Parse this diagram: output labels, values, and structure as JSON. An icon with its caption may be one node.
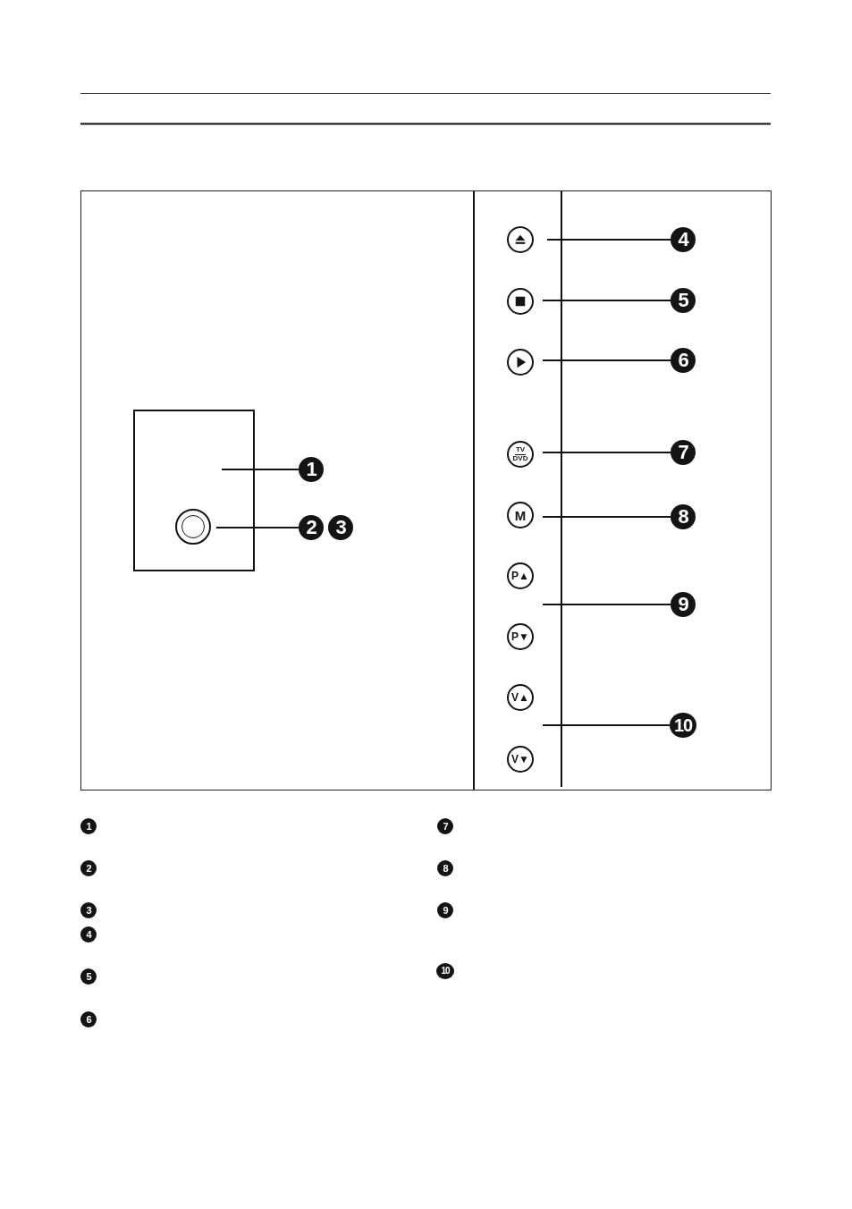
{
  "diagram": {
    "nodes": [
      {
        "text": [],
        "shape": "box"
      },
      {
        "text": [],
        "shape": "circle",
        "in": 0
      },
      {
        "text": [
          "1"
        ]
      },
      {
        "text": [
          "2"
        ]
      },
      {
        "text": [
          "3"
        ]
      },
      {
        "text": [],
        "shape": "circle"
      },
      {
        "text": [],
        "shape": "circle"
      },
      {
        "text": [],
        "shape": "circle"
      },
      {
        "text": [
          "TV",
          "DVD"
        ]
      },
      {
        "text": [
          "M"
        ]
      },
      {
        "text": [
          "P▲"
        ]
      },
      {
        "text": [
          "P▼"
        ]
      },
      {
        "text": [
          "V▲"
        ]
      },
      {
        "text": [
          "V▼"
        ]
      },
      {
        "text": [
          "4"
        ]
      },
      {
        "text": [
          "5"
        ]
      },
      {
        "text": [
          "6"
        ]
      },
      {
        "text": [
          "7"
        ]
      },
      {
        "text": [
          "8"
        ]
      },
      {
        "text": [
          "9"
        ]
      },
      {
        "text": [
          "10"
        ]
      }
    ],
    "edges": [
      {
        "from": 2,
        "to": 0,
        "arrow": "none"
      },
      {
        "from": 3,
        "to": 1,
        "arrow": "none"
      },
      {
        "from": 14,
        "to": 5,
        "arrow": "none"
      },
      {
        "from": 15,
        "to": 6,
        "arrow": "none"
      },
      {
        "from": 16,
        "to": 7,
        "arrow": "none"
      },
      {
        "from": 17,
        "to": 8,
        "arrow": "none"
      },
      {
        "from": 18,
        "to": 9,
        "arrow": "none"
      },
      {
        "from": 19,
        "to": null,
        "arrow": "none"
      },
      {
        "from": 20,
        "to": null,
        "arrow": "none"
      }
    ],
    "labels": [
      "1",
      "2",
      "3",
      "4",
      "5",
      "6",
      "7",
      "8",
      "9",
      "10"
    ]
  }
}
